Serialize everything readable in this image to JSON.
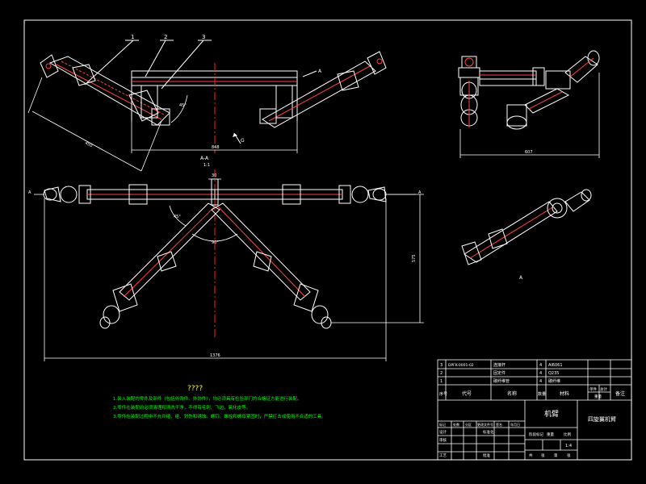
{
  "labels": {
    "balloon_1": "1",
    "balloon_2": "2",
    "balloon_3": "3",
    "view_a_mark": "A",
    "view_b_mark": "G",
    "section_title": "A-A",
    "section_scale": "1:1",
    "dim_top_width": "848",
    "dim_diag": "450",
    "dim_angle_top": "45°",
    "dim_side_width": "607",
    "dim_center": "30",
    "dim_angle_left": "45°",
    "dim_angle_mid": "90°",
    "dim_height": "575",
    "dim_bottom_width": "1376",
    "view_a_label": "A",
    "notes_title": "????",
    "note_1": "1.装入装配的零件及部件（包括外购件、外协件），均必须具有检验部门的合格证方能进行装配。",
    "note_2": "2.零件在装配前必须清理和清洗干净，不得有毛刺、飞边、氧化皮等。",
    "note_3": "3.零件在装配过程中不允许磕、碰、划伤和锈蚀。螺钉、螺栓和螺母紧固时，严禁打击或使用不合适的工具。"
  },
  "title_block": {
    "parts": [
      {
        "no": "3",
        "code": "DPFK-0001-02",
        "name": "连接杆",
        "qty": "4",
        "material": "Al6061"
      },
      {
        "no": "2",
        "code": "",
        "name": "固定件",
        "qty": "4",
        "material": "Q235"
      },
      {
        "no": "1",
        "code": "",
        "name": "碳纤维管",
        "qty": "4",
        "material": "碳纤维"
      }
    ],
    "header": {
      "no": "序号",
      "code": "代号",
      "name": "名称",
      "qty": "数量",
      "material": "材料",
      "unit": "单件",
      "total": "总计",
      "weight": "重量",
      "remark": "备注"
    },
    "revision_row": [
      "标记",
      "处数",
      "分区",
      "更改文件号",
      "签名",
      "年月日"
    ],
    "roles": {
      "design": "设计",
      "standard": "标准化",
      "review": "审核",
      "process": "工艺",
      "approve": "批准"
    },
    "stage_label": "阶段标记",
    "weight_label": "重量",
    "scale_label": "比例",
    "scale_value": "1:4",
    "sheets": [
      "共",
      "张",
      "第",
      "张"
    ],
    "part_name": "机臂",
    "drawing_name": "四旋翼机臂"
  }
}
